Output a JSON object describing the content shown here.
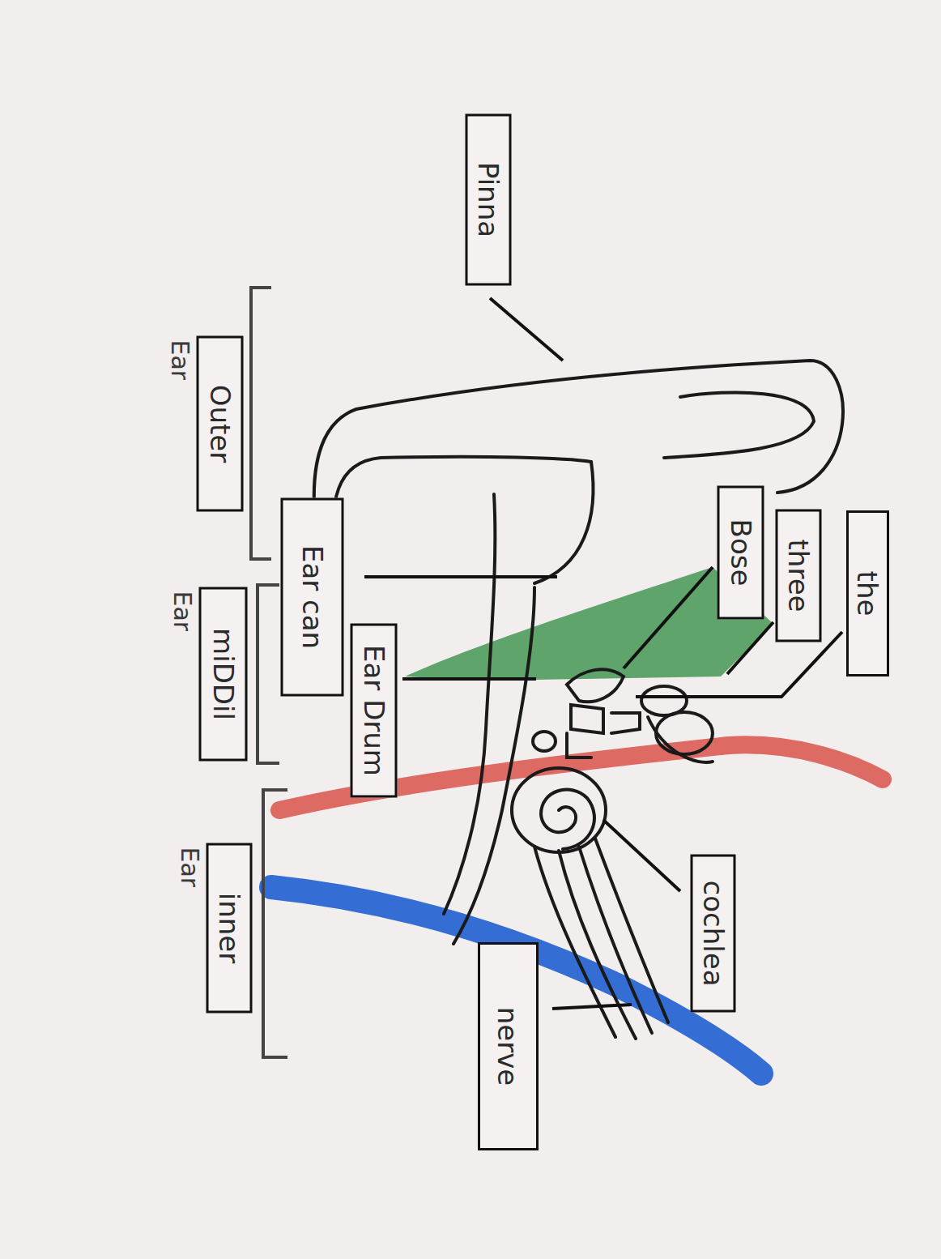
{
  "diagram": {
    "nodes": [
      {
        "text": [
          "Pinna"
        ]
      },
      {
        "text": [
          "Outer",
          "Ear"
        ]
      },
      {
        "text": [
          "miDDil",
          "Ear"
        ]
      },
      {
        "text": [
          "inner",
          "Ear"
        ]
      },
      {
        "text": [
          "Ear can"
        ]
      },
      {
        "text": [
          "Ear Drum"
        ]
      },
      {
        "text": [
          "Bose"
        ]
      },
      {
        "text": [
          "three"
        ]
      },
      {
        "text": [
          "the"
        ]
      },
      {
        "text": [
          "cochlea"
        ]
      },
      {
        "text": [
          "nerve"
        ]
      }
    ]
  }
}
